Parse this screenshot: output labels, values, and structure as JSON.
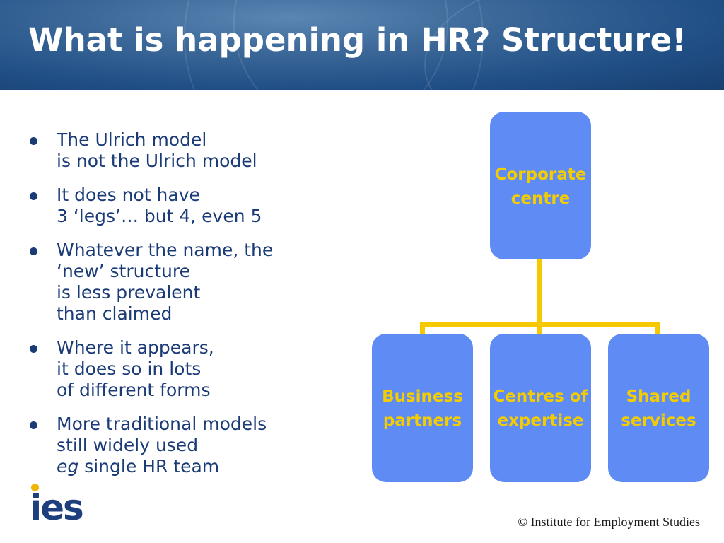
{
  "header": {
    "title": "What is happening in HR? Structure!"
  },
  "bullets": [
    {
      "lines": [
        "The Ulrich model",
        "is not the Ulrich model"
      ]
    },
    {
      "lines": [
        "It does not have",
        "3 ‘legs’… but 4, even 5"
      ]
    },
    {
      "lines": [
        "Whatever the name, the",
        "‘new’ structure",
        "is less prevalent",
        "than claimed"
      ]
    },
    {
      "lines": [
        "Where it appears,",
        "it does so in lots",
        "of different forms"
      ]
    },
    {
      "lines": [
        "More traditional models",
        "still widely used"
      ],
      "last_italic": "eg",
      "last_rest": " single HR team"
    }
  ],
  "org_chart": {
    "root": {
      "line1": "Corporate",
      "line2": "centre"
    },
    "children": [
      {
        "line1": "Business",
        "line2": "partners"
      },
      {
        "line1": "Centres of",
        "line2": "expertise"
      },
      {
        "line1": "Shared",
        "line2": "services"
      }
    ],
    "box_color": "#5f8bf5",
    "text_color": "#f3cd00",
    "connector_color": "#f5c800"
  },
  "logo": {
    "text": "ies",
    "dot_color": "#f0b500",
    "text_color": "#1d3f7d"
  },
  "footer": {
    "copyright": "© Institute for Employment Studies"
  },
  "theme": {
    "header_color": "#204f86",
    "bullet_text_color": "#1b3b77"
  }
}
